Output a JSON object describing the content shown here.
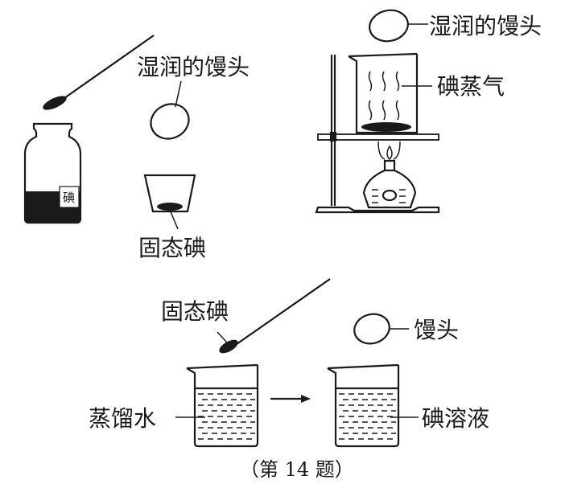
{
  "figure": {
    "caption": "（第 14 题）",
    "panel_bottle": {
      "bottle_label": "碘",
      "bread_label": "湿润的馒头",
      "solid_label": "固态碘"
    },
    "panel_heating": {
      "bread_label": "湿润的馒头",
      "vapor_label": "碘蒸气"
    },
    "panel_solution": {
      "solid_label": "固态碘",
      "water_label": "蒸馏水",
      "bread_label": "馒头",
      "solution_label": "碘溶液"
    }
  }
}
